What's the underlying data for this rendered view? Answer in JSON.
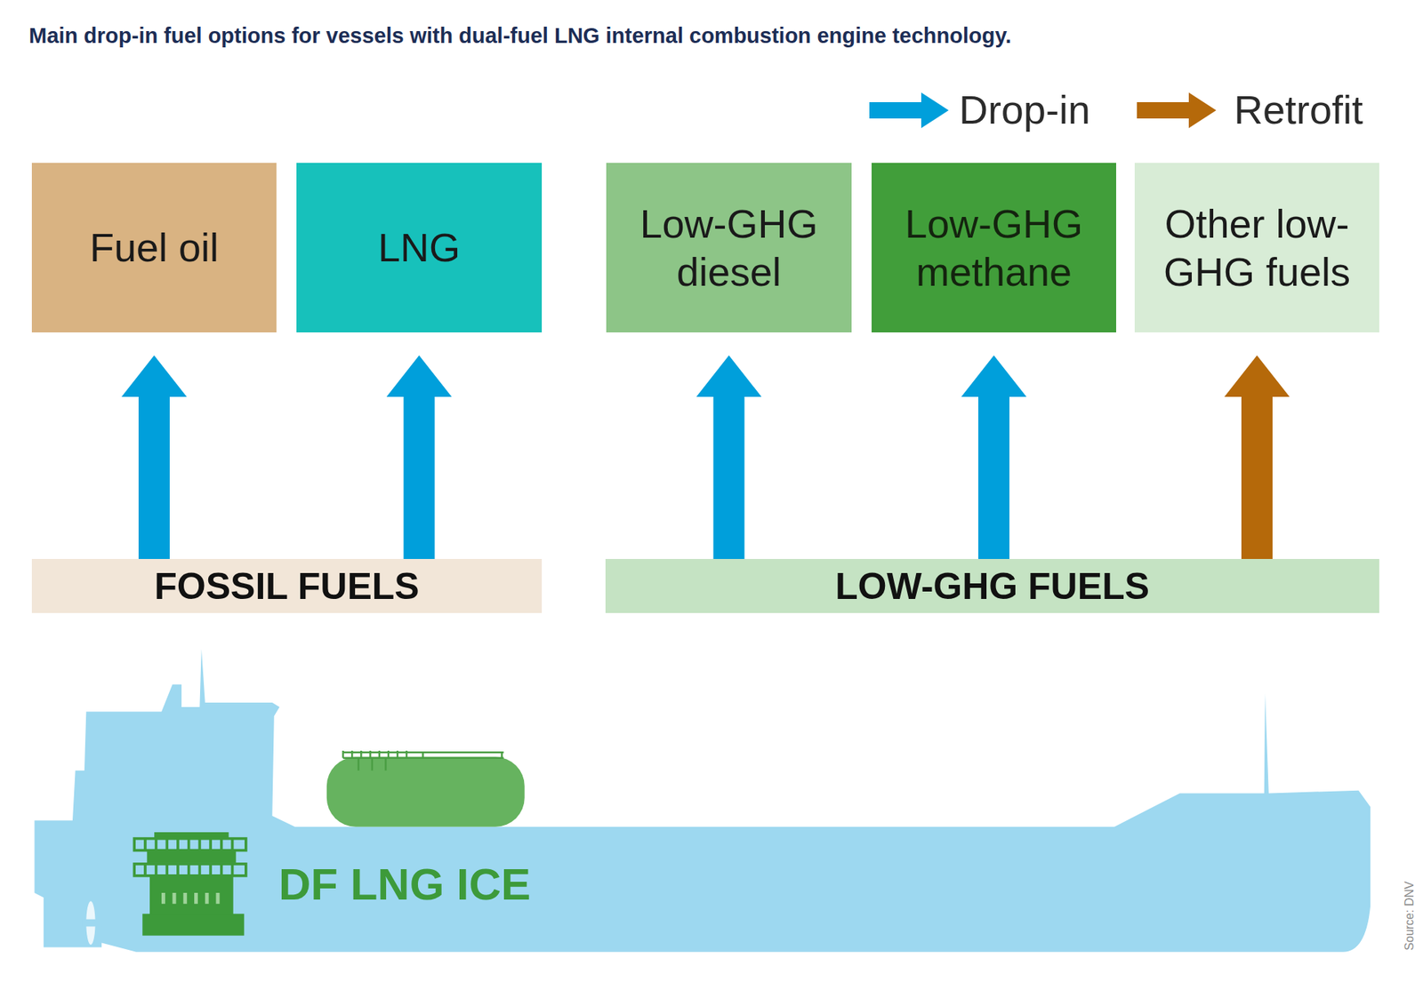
{
  "diagram": {
    "title": "Main drop-in fuel options for vessels with dual-fuel LNG internal combustion engine technology.",
    "nodes": [
      {
        "text": [
          "Fuel oil"
        ]
      },
      {
        "text": [
          "LNG"
        ]
      },
      {
        "text": [
          "Low-GHG diesel"
        ]
      },
      {
        "text": [
          "Low-GHG methane"
        ]
      },
      {
        "text": [
          "Other low-GHG fuels"
        ]
      },
      {
        "text": [
          "FOSSIL FUELS"
        ]
      },
      {
        "text": [
          "LOW-GHG FUELS"
        ]
      }
    ],
    "edges": [
      {
        "from": 5,
        "to": 0,
        "arrow": "to"
      },
      {
        "from": 5,
        "to": 1,
        "arrow": "to"
      },
      {
        "from": 6,
        "to": 2,
        "arrow": "to"
      },
      {
        "from": 6,
        "to": 3,
        "arrow": "to"
      },
      {
        "from": 6,
        "to": 4,
        "arrow": "to"
      }
    ],
    "labels": [
      "DF LNG ICE",
      "Source: DNV"
    ],
    "legend": [
      {
        "text": "Drop-in",
        "color": "#009fdb"
      },
      {
        "text": "Retrofit",
        "color": "#b5690a"
      }
    ]
  }
}
